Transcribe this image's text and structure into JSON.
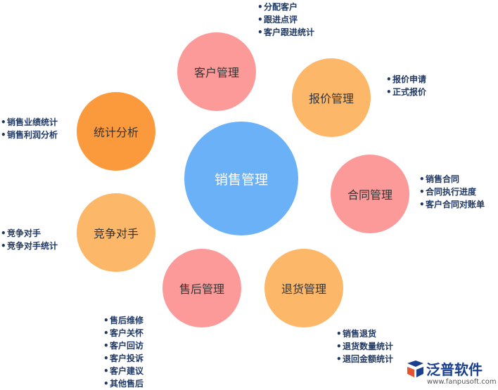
{
  "center": {
    "label": "销售管理",
    "color": "#6bb1f8"
  },
  "nodes": [
    {
      "id": "kehu",
      "label": "客户管理",
      "color": "#fc9a9a",
      "items": [
        "分配客户",
        "跟进点评",
        "客户跟进统计"
      ]
    },
    {
      "id": "baojia",
      "label": "报价管理",
      "color": "#fcb768",
      "items": [
        "报价申请",
        "正式报价"
      ]
    },
    {
      "id": "hetong",
      "label": "合同管理",
      "color": "#fc9a9a",
      "items": [
        "销售合同",
        "合同执行进度",
        "客户合同对账单"
      ]
    },
    {
      "id": "tuihuo",
      "label": "退货管理",
      "color": "#fcb768",
      "items": [
        "销售退货",
        "退货数量统计",
        "退回金额统计"
      ]
    },
    {
      "id": "shouhou",
      "label": "售后管理",
      "color": "#fc9a9a",
      "items": [
        "售后维修",
        "客户关怀",
        "客户回访",
        "客户投诉",
        "客户建议",
        "其他售后"
      ]
    },
    {
      "id": "jingzheng",
      "label": "竞争对手",
      "color": "#fcb768",
      "items": [
        "竞争对手",
        "竞争对手统计"
      ]
    },
    {
      "id": "tongji",
      "label": "统计分析",
      "color": "#fb9a3c",
      "items": [
        "销售业绩统计",
        "销售利润分析"
      ]
    }
  ],
  "logo": {
    "name": "泛普软件",
    "url": "www.fanpusoft.com",
    "color": "#1a3f8f",
    "accent": "#e8542f"
  }
}
